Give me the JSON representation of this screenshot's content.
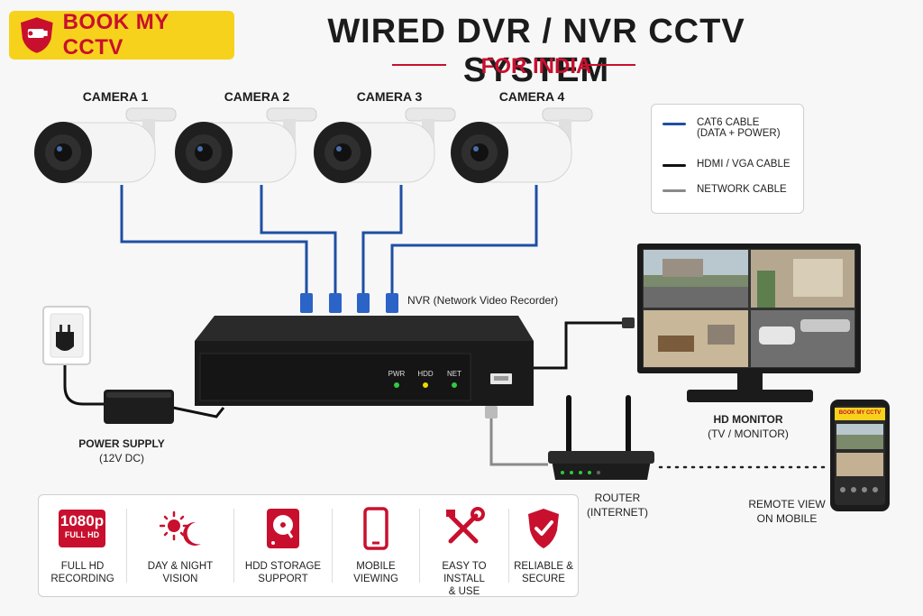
{
  "brand": {
    "name": "BOOK MY CCTV",
    "color": "#c8102e",
    "bg": "#f7d21c"
  },
  "title": "WIRED DVR / NVR CCTV SYSTEM",
  "subtitle": "FOR INDIA",
  "cameras": [
    {
      "label": "CAMERA 1"
    },
    {
      "label": "CAMERA 2"
    },
    {
      "label": "CAMERA 3"
    },
    {
      "label": "CAMERA 4"
    }
  ],
  "legend": [
    {
      "label_line1": "CAT6 CABLE",
      "label_line2": "(DATA + POWER)",
      "color": "#1e4fa3"
    },
    {
      "label_line1": "HDMI / VGA CABLE",
      "label_line2": "",
      "color": "#111111"
    },
    {
      "label_line1": "NETWORK CABLE",
      "label_line2": "",
      "color": "#8a8a8a"
    }
  ],
  "nvr": {
    "label": "NVR (Network Video Recorder)",
    "leds": [
      {
        "label": "PWR",
        "color": "#2ecc40"
      },
      {
        "label": "HDD",
        "color": "#f2d600"
      },
      {
        "label": "NET",
        "color": "#2ecc40"
      }
    ]
  },
  "power_supply": {
    "line1": "POWER SUPPLY",
    "line2": "(12V DC)"
  },
  "monitor": {
    "line1": "HD MONITOR",
    "line2": "(TV / MONITOR)"
  },
  "router": {
    "line1": "ROUTER",
    "line2": "(INTERNET)"
  },
  "mobile": {
    "line1": "REMOTE VIEW",
    "line2": "ON MOBILE",
    "app_title": "BOOK MY CCTV"
  },
  "features": [
    {
      "line1": "FULL HD",
      "line2": "RECORDING",
      "icon": "1080p-icon",
      "badge_top": "1080p",
      "badge_bottom": "FULL HD"
    },
    {
      "line1": "DAY & NIGHT",
      "line2": "VISION",
      "icon": "sun-moon-icon"
    },
    {
      "line1": "HDD STORAGE",
      "line2": "SUPPORT",
      "icon": "hdd-icon"
    },
    {
      "line1": "MOBILE",
      "line2": "VIEWING",
      "icon": "mobile-icon"
    },
    {
      "line1": "EASY TO INSTALL",
      "line2": "& USE",
      "icon": "tools-icon"
    },
    {
      "line1": "RELIABLE &",
      "line2": "SECURE",
      "icon": "shield-icon"
    }
  ],
  "accent": "#c8102e"
}
